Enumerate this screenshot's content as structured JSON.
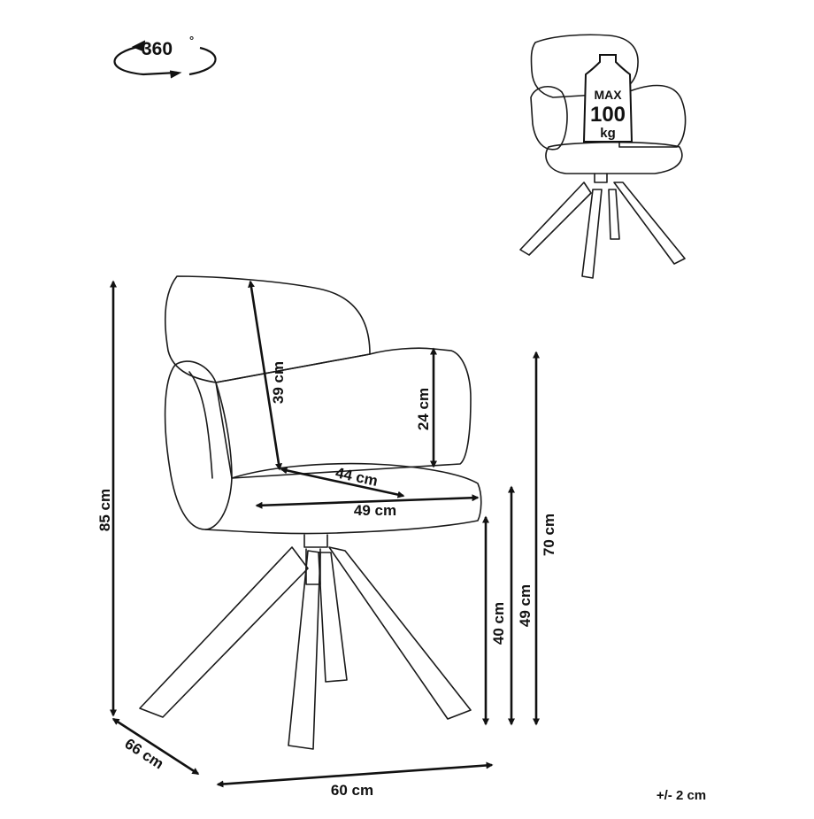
{
  "rotation": {
    "value": "360",
    "unit": "°"
  },
  "weight_badge": {
    "max": "MAX",
    "value": "100",
    "unit": "kg"
  },
  "dimensions": {
    "total_height": "85 cm",
    "backrest_height": "39 cm",
    "armrest_height": "24 cm",
    "seat_depth": "44 cm",
    "seat_width": "49 cm",
    "seat_height": "40 cm",
    "seat_top_height": "49 cm",
    "armrest_top_height": "70 cm",
    "depth": "66 cm",
    "width": "60 cm"
  },
  "tolerance": "+/- 2 cm",
  "colors": {
    "line": "#1a1a1a",
    "background": "#ffffff"
  }
}
